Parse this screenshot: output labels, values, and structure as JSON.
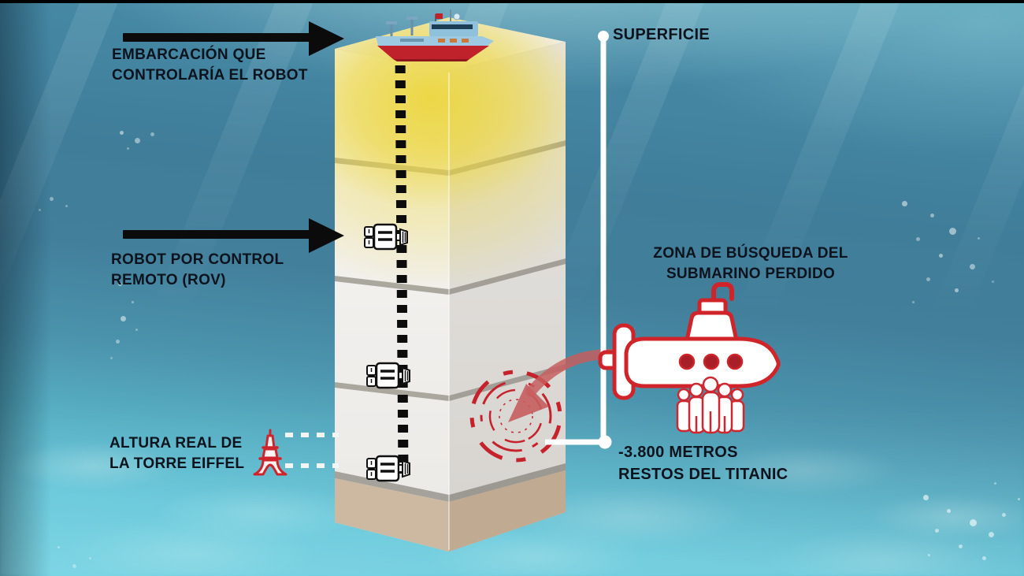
{
  "labels": {
    "vessel": {
      "line1": "EMBARCACIÓN QUE",
      "line2": "CONTROLARÍA EL ROBOT"
    },
    "surface": {
      "text": "SUPERFICIE"
    },
    "rov": {
      "line1": "ROBOT POR CONTROL",
      "line2": "REMOTO (ROV)"
    },
    "search_zone": {
      "line1": "ZONA DE BÚSQUEDA DEL",
      "line2": "SUBMARINO PERDIDO"
    },
    "eiffel": {
      "line1": "ALTURA REAL DE",
      "line2": "LA TORRE EIFFEL"
    },
    "titanic": {
      "line1": "-3.800 METROS",
      "line2": "RESTOS DEL TITANIC"
    }
  },
  "values": {
    "titanic_depth_meters": -3800
  },
  "icons": [
    "research-vessel-icon",
    "rov-icon-upper",
    "rov-icon-middle",
    "rov-icon-lower",
    "submarine-icon",
    "crew-group-icon",
    "eiffel-tower-icon",
    "search-zone-scribble-icon",
    "descent-dotted-line",
    "surface-depth-line",
    "label-arrow-vessel",
    "label-arrow-rov",
    "curved-red-arrow"
  ],
  "colors": {
    "text": "#0d131d",
    "arrow_black": "#0b0b0b",
    "accent_red": "#cf2127",
    "faded_red_arrow": "#c65e5e",
    "measure_line_white": "#ffffff",
    "tower_face_light": "#f2f0ed",
    "tower_face_shade": "#dcd9d5",
    "tower_band_gray": "#a9a5a0",
    "seabed_sand": "#cbb79f",
    "light_glow_yellow": "#ecd640",
    "water_top": "#549fb6",
    "water_deep": "#3f7d99",
    "water_shallow": "#70d2e2",
    "ship_hull_red": "#c0222b",
    "ship_body_blue": "#9ec9e2"
  }
}
